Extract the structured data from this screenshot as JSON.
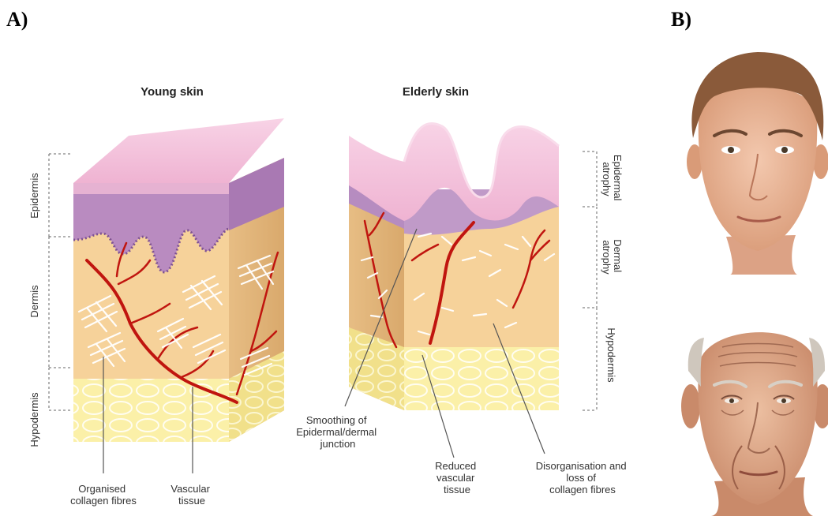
{
  "panel_a": {
    "label": "A)",
    "young": {
      "title": "Young skin",
      "layers": [
        "Epidermis",
        "Dermis",
        "Hypodermis"
      ],
      "callouts": [
        {
          "text": [
            "Organised",
            "collagen fibres"
          ]
        },
        {
          "text": [
            "Vascular",
            "tissue"
          ]
        }
      ]
    },
    "elderly": {
      "title": "Elderly skin",
      "layers": [
        {
          "text": [
            "Epidermal",
            "atrophy"
          ]
        },
        {
          "text": [
            "Dermal",
            "atrophy"
          ]
        },
        {
          "text": [
            "Hypodermis"
          ]
        }
      ],
      "callouts": [
        {
          "text": [
            "Smoothing of",
            "Epidermal/dermal",
            "junction"
          ]
        },
        {
          "text": [
            "Reduced",
            "vascular",
            "tissue"
          ]
        },
        {
          "text": [
            "Disorganisation and",
            "loss of",
            "collagen fibres"
          ]
        }
      ]
    }
  },
  "panel_b": {
    "label": "B)"
  },
  "colors": {
    "surface": "#f5c6dd",
    "epidermis": "#b98bc0",
    "dermis": "#f6d29a",
    "hypodermis": "#fbf0a8",
    "vessel": "#c0150f",
    "skin_tone": "#e9b596",
    "hair_young": "#8a5a3a",
    "hair_old": "#cfc7bd"
  }
}
